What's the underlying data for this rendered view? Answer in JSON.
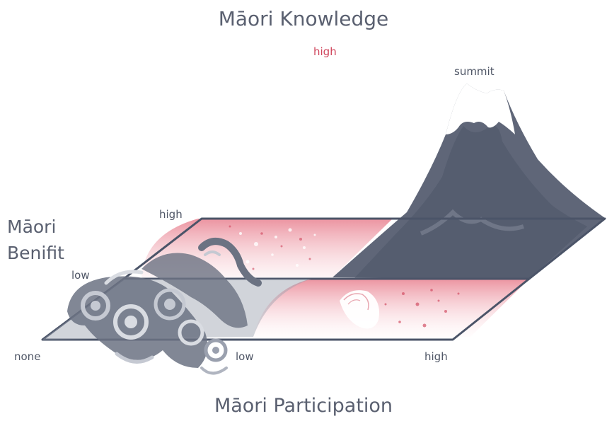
{
  "diagram": {
    "title_top": "Māori Knowledge",
    "title_bottom": "Māori Participation",
    "benefit_label_line1": "Māori",
    "benefit_label_line2": "Benifit",
    "labels": {
      "knowledge_high": "high",
      "summit": "summit",
      "benefit_high": "high",
      "benefit_low": "low",
      "origin_none": "none",
      "participation_low": "low",
      "participation_high": "high"
    },
    "colors": {
      "plane_outline": "#4b5468",
      "mountain": "#5f6678",
      "mountain_snow": "#ffffff",
      "axis": "#d0465d",
      "pink": "#e8808f",
      "waves": "#6b7282"
    }
  }
}
